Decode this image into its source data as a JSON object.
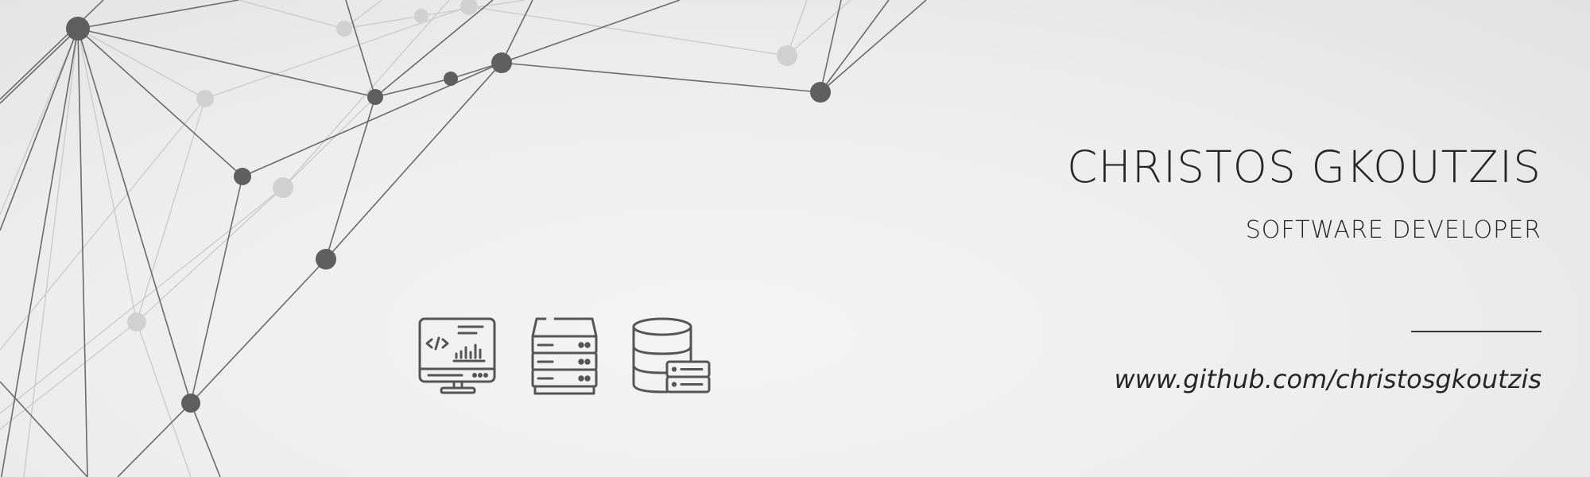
{
  "header": {
    "name": "CHRISTOS GKOUTZIS",
    "title": "SOFTWARE DEVELOPER",
    "url": "www.github.com/christosgkoutzis"
  },
  "icons": [
    "monitor-code-icon",
    "server-stack-icon",
    "database-server-icon"
  ],
  "colors": {
    "background": "#eeeeee",
    "text": "#262626",
    "network_dark": "#5f5f5f",
    "network_light": "#cfcfcf"
  }
}
